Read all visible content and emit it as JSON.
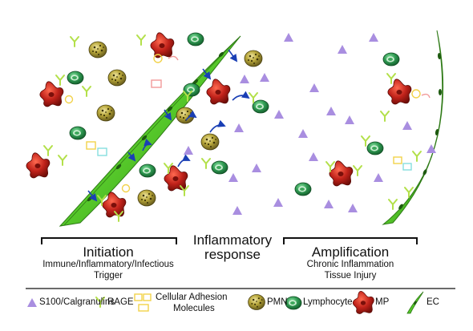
{
  "stages": {
    "initiation": {
      "title": "Initiation",
      "subtitle_line1": "Immune/Inflammatory/Infectious",
      "subtitle_line2": "Trigger"
    },
    "response": {
      "line1": "Inflammatory",
      "line2": "response"
    },
    "amplification": {
      "title": "Amplification",
      "subtitle_line1": "Chronic Inflammation",
      "subtitle_line2": "Tissue Injury"
    }
  },
  "legend": {
    "s100": "S100/Calgranulins",
    "rage": "RAGE",
    "cam_line1": "Cellular Adhesion",
    "cam_line2": "Molecules",
    "pmn": "PMN",
    "lymphocyte": "Lymphocyte",
    "mp": "MP",
    "ec": "EC"
  },
  "colors": {
    "s100": "#a98ee0",
    "rage": "#b3e04a",
    "adhesion": "#f2d24a",
    "adhesion_pink": "#f29a9a",
    "adhesion_cyan": "#86dede",
    "pmn": "#9a8c2a",
    "lymphocyte": "#2f8a4a",
    "mp": "#c4261e",
    "ec": "#6fd63a",
    "arrow": "#1a3fb5"
  }
}
